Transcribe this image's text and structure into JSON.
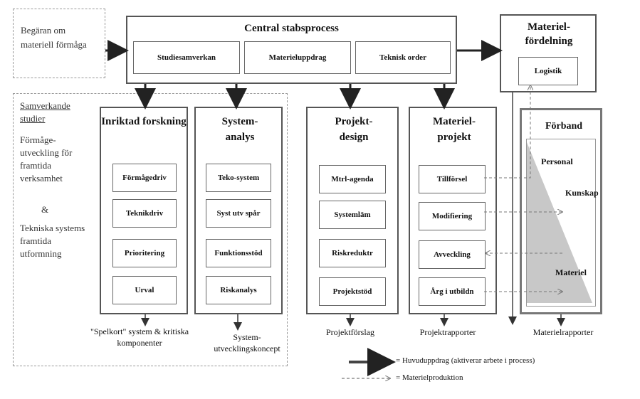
{
  "input_note": "Begäran om materiell förmåga",
  "central": {
    "title": "Central stabsprocess",
    "items": [
      "Studiesamverkan",
      "Materieluppdrag",
      "Teknisk order"
    ]
  },
  "materiel_fordelning": {
    "title": "Materiel-fördelning",
    "sub": "Logistik"
  },
  "side_note": {
    "title": "Samverkande studier",
    "line1": "Förmåge-utveckling för framtida verksamhet",
    "amp": "&",
    "line2": "Tekniska systems framtida utformning"
  },
  "inriktad": {
    "title": "Inriktad forskning",
    "items": [
      "Förmågedriv",
      "Teknikdriv",
      "Prioritering",
      "Urval"
    ],
    "output": "\"Spelkort\" system & kritiska komponenter"
  },
  "systemanalys": {
    "title": "System-analys",
    "items": [
      "Teko-system",
      "Syst utv spår",
      "Funktionsstöd",
      "Riskanalys"
    ],
    "output": "System-utvecklingskoncept"
  },
  "projektdesign": {
    "title": "Projekt-design",
    "items": [
      "Mtrl-agenda",
      "Systemläm",
      "Riskreduktr",
      "Projektstöd"
    ],
    "output": "Projektförslag"
  },
  "materielprojekt": {
    "title": "Materiel-projekt",
    "items": [
      "Tillförsel",
      "Modifiering",
      "Avveckling",
      "Årg i utbildn"
    ],
    "output": "Projektrapporter"
  },
  "forband": {
    "title": "Förband",
    "labels": [
      "Personal",
      "Kunskap",
      "Materiel"
    ],
    "output": "Materielrapporter"
  },
  "legend": {
    "solid": "= Huvuduppdrag (aktiverar arbete i process)",
    "dashed": "= Materielproduktion"
  },
  "colors": {
    "box_border": "#555555",
    "triangle_fill": "#c8c8c8",
    "dashed": "#888888"
  }
}
